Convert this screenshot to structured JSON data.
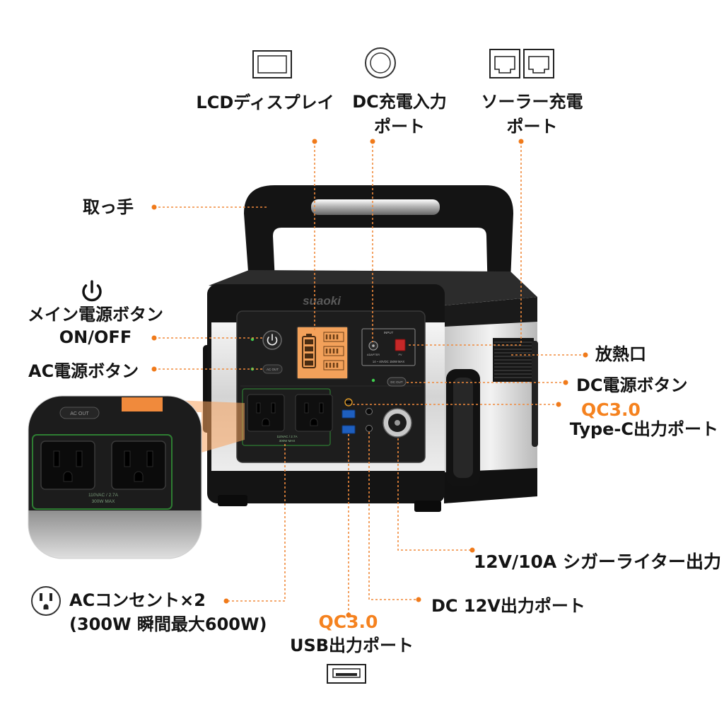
{
  "callouts": {
    "lcd_display": "LCDディスプレイ",
    "dc_input": {
      "line1": "DC充電入力",
      "line2": "ポート"
    },
    "solar_input": {
      "line1": "ソーラー充電",
      "line2": "ポート"
    },
    "handle": "取っ手",
    "main_power": {
      "line1": "メイン電源ボタン",
      "line2": "ON/OFF"
    },
    "ac_power_button": "AC電源ボタン",
    "heat_vent": "放熱口",
    "dc_power_button": "DC電源ボタン",
    "typec_output": {
      "badge": "QC3.0",
      "label": "Type-C出力ポート"
    },
    "cigarette_output": "12V/10A シガーライター出力",
    "dc12v_output": "DC 12V出力ポート",
    "ac_outlets": {
      "line1": "ACコンセント×2",
      "line2": "(300W 瞬間最大600W)"
    },
    "usb_output": {
      "badge": "QC3.0",
      "label": "USB出力ポート"
    }
  },
  "device": {
    "brand": "suaoki",
    "ac_out": "AC OUT",
    "ac_rating_line1": "110VAC / 2.7A",
    "ac_rating_line2": "300W MAX",
    "input": "INPUT",
    "adapter": "ADAPTER",
    "pv": "PV",
    "input_rating": "14 ~ 40VDC 150W MAX",
    "dc_out": "DC OUT"
  },
  "inset": {
    "ac_out": "AC OUT",
    "ac_rating_line1": "110VAC / 2.7A",
    "ac_rating_line2": "300W MAX"
  },
  "icons": [
    "lcd-display-icon",
    "dc-input-port-icon",
    "solar-port-icon",
    "power-icon",
    "ac-outlet-icon",
    "usb-port-icon"
  ],
  "colors": {
    "accent": "#f5821f",
    "callout_line": "#f08a3c",
    "lcd": "#f3a15a",
    "status_led": "#3fcf4e",
    "outlet_outline": "#2e7d32"
  }
}
